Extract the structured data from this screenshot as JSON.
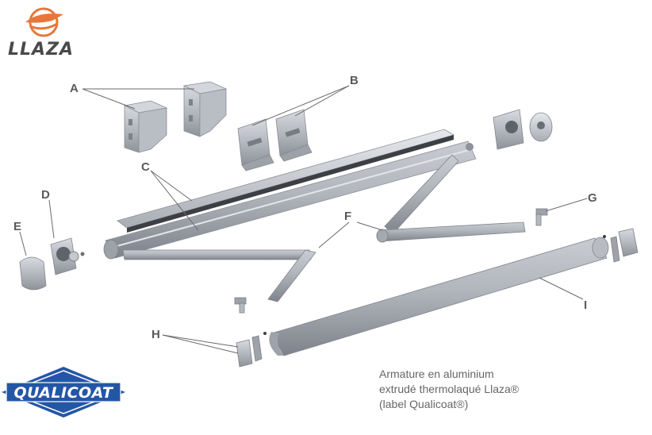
{
  "brand": {
    "name": "LLAZA",
    "accent_color": "#e8763a"
  },
  "part_labels": [
    "A",
    "B",
    "C",
    "D",
    "E",
    "F",
    "G",
    "H",
    "I"
  ],
  "caption": {
    "line1": "Armature en aluminium",
    "line2": "extrudé thermolaqué Llaza®",
    "line3": "(label Qualicoat®)"
  },
  "qualicoat": {
    "text": "QUALICOAT",
    "color": "#2456a6"
  },
  "icons": [
    "llaza-logo-icon",
    "qualicoat-logo-icon"
  ]
}
